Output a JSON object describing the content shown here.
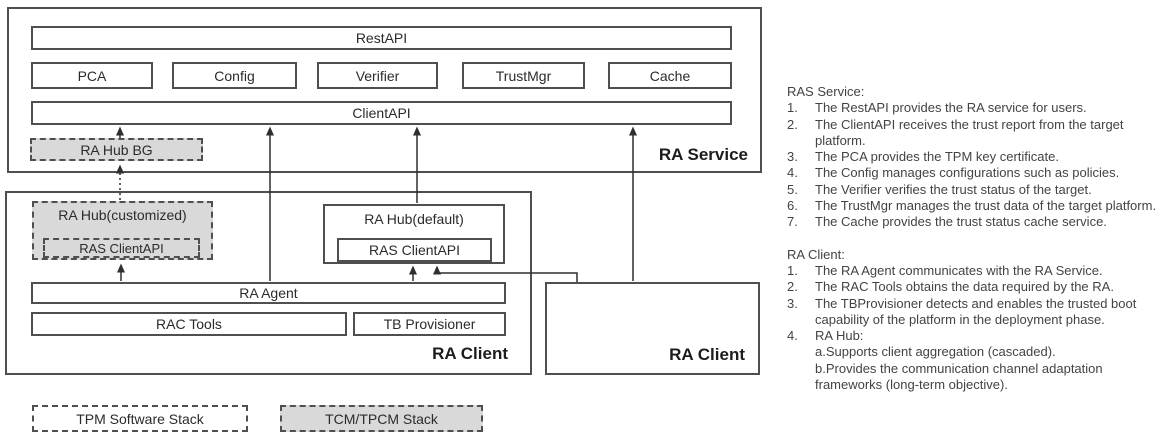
{
  "diagram": {
    "ra_service": {
      "label": "RA Service",
      "restapi": "RestAPI",
      "pca": "PCA",
      "config": "Config",
      "verifier": "Verifier",
      "trustmgr": "TrustMgr",
      "cache": "Cache",
      "clientapi": "ClientAPI",
      "ra_hub_bg": "RA Hub BG"
    },
    "ra_client_left": {
      "label": "RA Client",
      "ra_hub_customized": "RA Hub(customized)",
      "ras_clientapi_customized": "RAS ClientAPI",
      "ra_hub_default": "RA Hub(default)",
      "ras_clientapi_default": "RAS ClientAPI",
      "ra_agent": "RA Agent",
      "rac_tools": "RAC Tools",
      "tb_provisioner": "TB Provisioner"
    },
    "ra_client_right": {
      "label": "RA Client"
    },
    "legend": {
      "tpm": "TPM Software Stack",
      "tcm": "TCM/TPCM Stack"
    },
    "colors": {
      "border": "#4f4f4f",
      "gray_fill": "#d9d9d9",
      "arrow": "#2f2f2f",
      "text": "#2b2b2b"
    }
  },
  "notes": {
    "ras_service": {
      "title": "RAS Service:",
      "items": [
        {
          "n": "1.",
          "t": "The RestAPI provides the RA service for users."
        },
        {
          "n": "2.",
          "t": "The ClientAPI receives the trust report from the target\nplatform."
        },
        {
          "n": "3.",
          "t": "The PCA provides the TPM key certificate."
        },
        {
          "n": "4.",
          "t": "The Config manages configurations such as policies."
        },
        {
          "n": "5.",
          "t": "The Verifier verifies the trust status of the target."
        },
        {
          "n": "6.",
          "t": "The TrustMgr manages the trust data of the target platform."
        },
        {
          "n": "7.",
          "t": "The Cache provides the trust status cache service."
        }
      ]
    },
    "ra_client": {
      "title": "RA Client:",
      "items": [
        {
          "n": "1.",
          "t": "The RA Agent communicates with the RA Service."
        },
        {
          "n": "2.",
          "t": "The RAC Tools obtains the data required by the RA."
        },
        {
          "n": "3.",
          "t": "The TBProvisioner detects and enables the trusted boot\ncapability of the platform in the deployment phase."
        },
        {
          "n": "4.",
          "t": "RA Hub:\na.Supports client aggregation (cascaded).\nb.Provides the communication channel adaptation\nframeworks (long-term objective)."
        }
      ]
    }
  }
}
